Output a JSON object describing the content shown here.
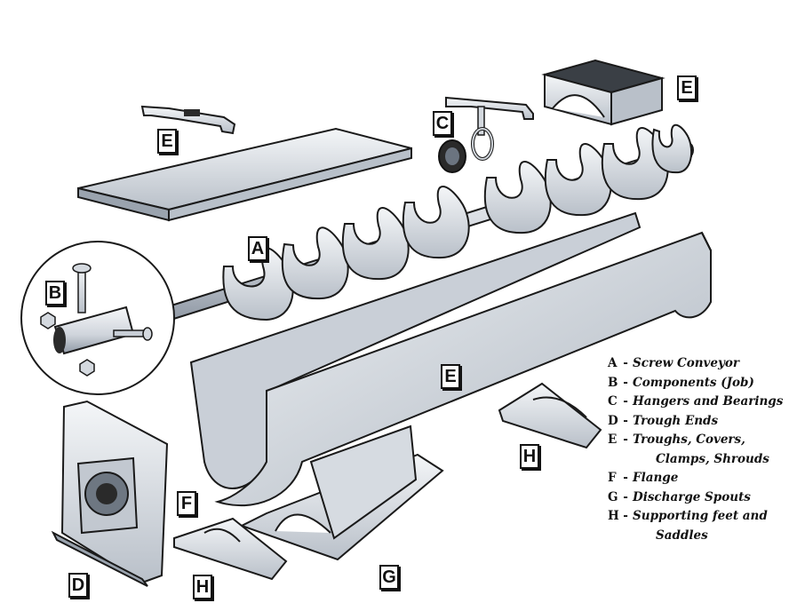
{
  "labels": {
    "a": "A",
    "b": "B",
    "c": "C",
    "e_top_left": "E",
    "e_top_right": "E",
    "e_trough": "E",
    "d": "D",
    "f": "F",
    "g": "G",
    "h_left": "H",
    "h_right": "H"
  },
  "legend": [
    {
      "code": "A",
      "text": "Screw Conveyor",
      "cont": ""
    },
    {
      "code": "B",
      "text": "Components (Job)",
      "cont": ""
    },
    {
      "code": "C",
      "text": "Hangers and Bearings",
      "cont": ""
    },
    {
      "code": "D",
      "text": "Trough Ends",
      "cont": ""
    },
    {
      "code": "E",
      "text": "Troughs, Covers,",
      "cont": "Clamps, Shrouds"
    },
    {
      "code": "F",
      "text": "Flange",
      "cont": ""
    },
    {
      "code": "G",
      "text": "Discharge Spouts",
      "cont": ""
    },
    {
      "code": "H",
      "text": "Supporting feet and",
      "cont": "Saddles"
    }
  ],
  "legend_dash": "-",
  "colors": {
    "metal_light": "#e4e7ec",
    "metal_mid": "#c6ccd4",
    "metal_dark": "#8e97a3",
    "outline": "#1a1a1a"
  }
}
